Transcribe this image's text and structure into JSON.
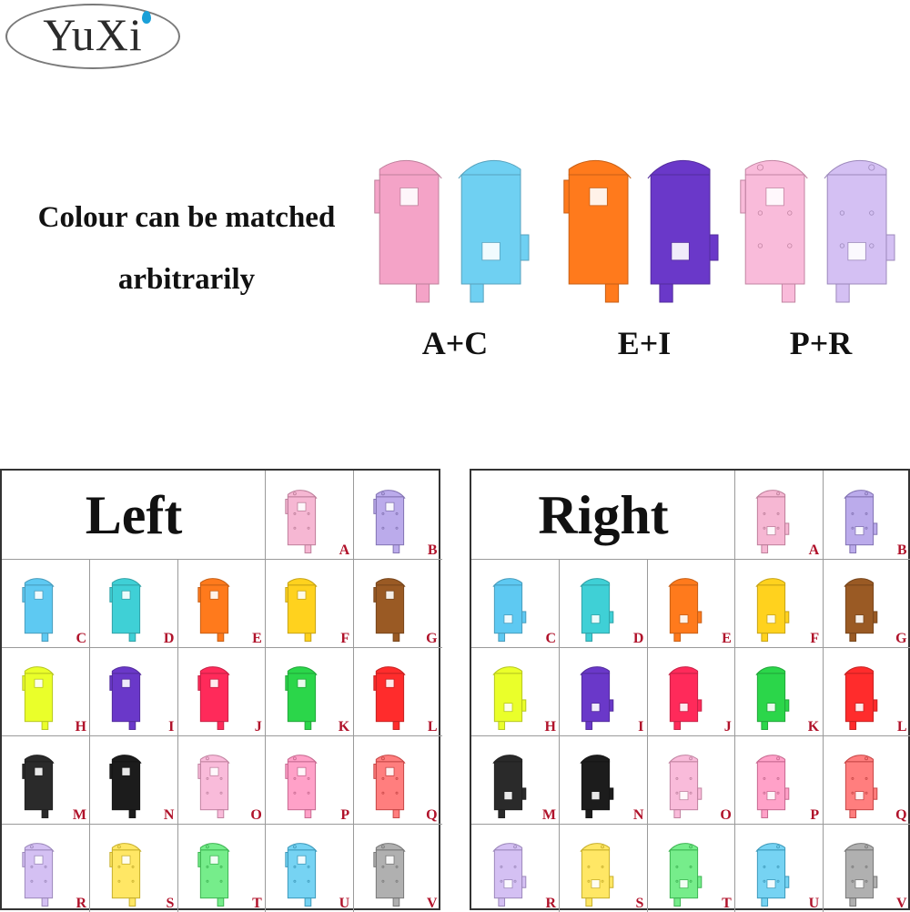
{
  "logo": {
    "text": "YuXi"
  },
  "headline": {
    "line1": "Colour can be matched",
    "line2": "arbitrarily"
  },
  "combos": [
    {
      "label": "A+C",
      "left": "#f4a3c7",
      "right": "#6fd0f2"
    },
    {
      "label": "E+I",
      "left": "#ff7a1c",
      "right": "#6a38c9"
    },
    {
      "label": "P+R",
      "left": "#f7a8cf",
      "right": "#c8aef0"
    }
  ],
  "panels": [
    {
      "title": "Left",
      "side": "left"
    },
    {
      "title": "Right",
      "side": "right"
    }
  ],
  "variants": [
    {
      "letter": "A",
      "color": "#f4a3c7",
      "detail": "transparent"
    },
    {
      "letter": "B",
      "color": "#a894e6",
      "detail": "transparent"
    },
    {
      "letter": "C",
      "color": "#5ec9f2",
      "detail": "solid"
    },
    {
      "letter": "D",
      "color": "#3fd0d6",
      "detail": "solid"
    },
    {
      "letter": "E",
      "color": "#ff7a1c",
      "detail": "solid"
    },
    {
      "letter": "F",
      "color": "#ffd21e",
      "detail": "solid"
    },
    {
      "letter": "G",
      "color": "#9a5a24",
      "detail": "solid"
    },
    {
      "letter": "H",
      "color": "#eaff2a",
      "detail": "solid"
    },
    {
      "letter": "I",
      "color": "#6a38c9",
      "detail": "solid"
    },
    {
      "letter": "J",
      "color": "#ff2a5a",
      "detail": "solid"
    },
    {
      "letter": "K",
      "color": "#2bd64a",
      "detail": "solid"
    },
    {
      "letter": "L",
      "color": "#ff2c2c",
      "detail": "solid"
    },
    {
      "letter": "M",
      "color": "#2a2a2a",
      "detail": "solid"
    },
    {
      "letter": "N",
      "color": "#1c1c1c",
      "detail": "solid"
    },
    {
      "letter": "O",
      "color": "#f7a8cf",
      "detail": "transparent"
    },
    {
      "letter": "P",
      "color": "#ff86b8",
      "detail": "transparent"
    },
    {
      "letter": "Q",
      "color": "#ff5a5a",
      "detail": "transparent"
    },
    {
      "letter": "R",
      "color": "#c8aef0",
      "detail": "transparent"
    },
    {
      "letter": "S",
      "color": "#ffe03a",
      "detail": "transparent"
    },
    {
      "letter": "T",
      "color": "#4fe86a",
      "detail": "transparent"
    },
    {
      "letter": "U",
      "color": "#4fc6f0",
      "detail": "transparent"
    },
    {
      "letter": "V",
      "color": "#9a9a9a",
      "detail": "transparent"
    }
  ]
}
